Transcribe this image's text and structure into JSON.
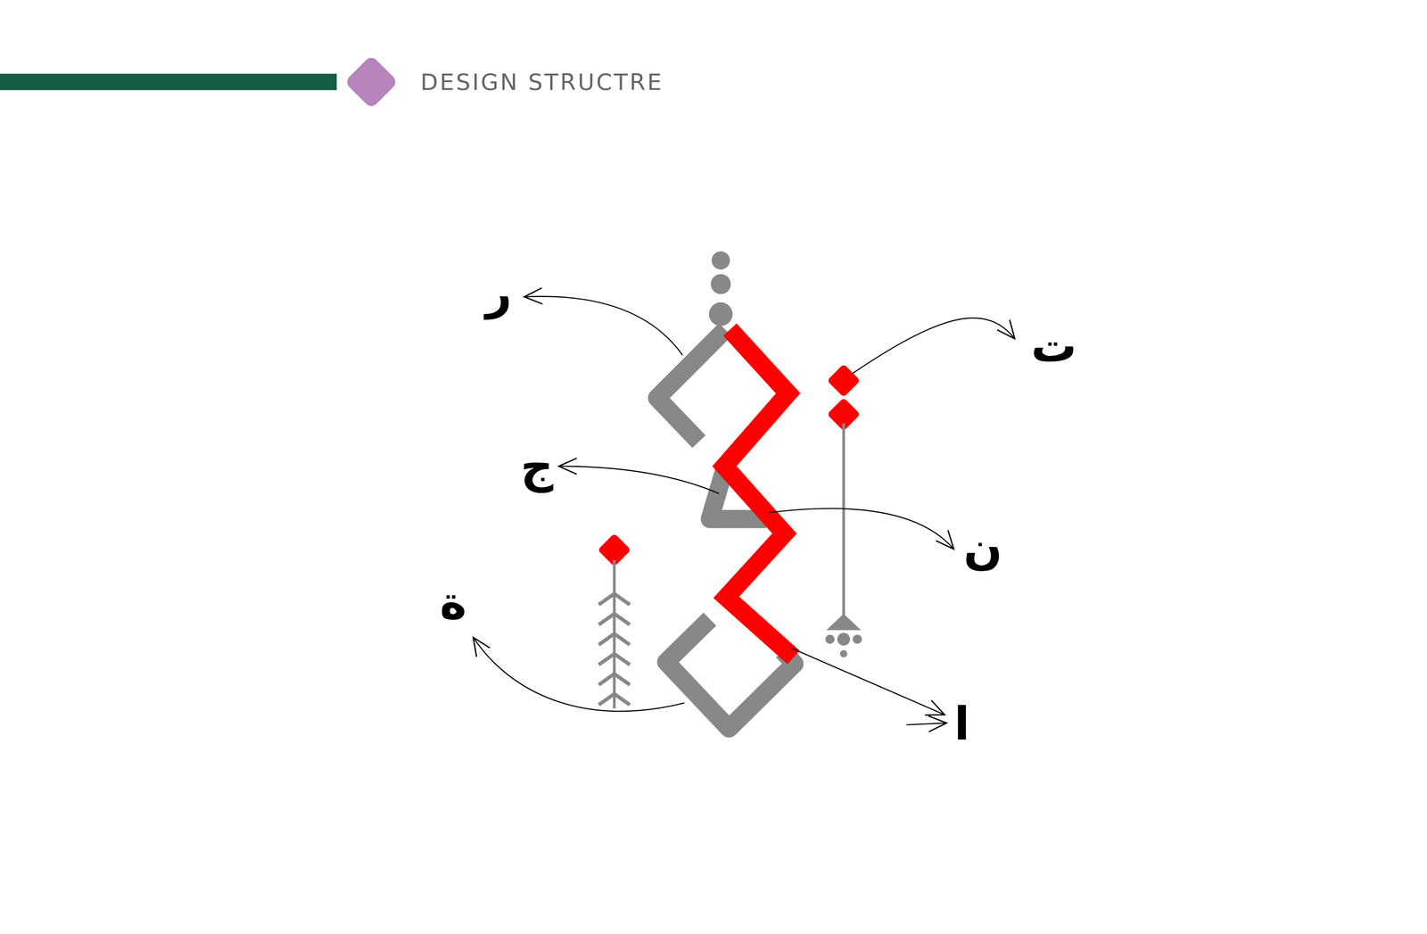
{
  "diagram": {
    "title": "DESIGN STRUCTRE",
    "labels": [
      "ر",
      "ج",
      "ة",
      "ت",
      "ن",
      "ا"
    ]
  }
}
